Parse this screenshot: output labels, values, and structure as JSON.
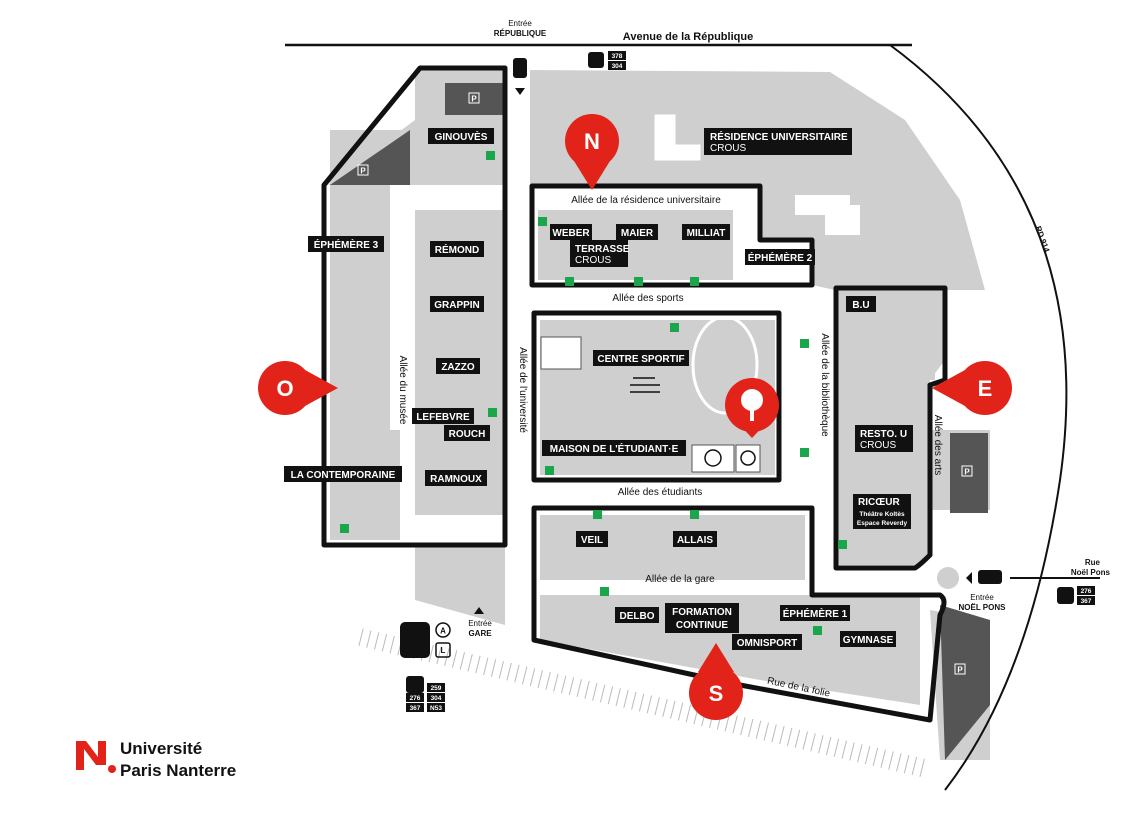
{
  "roads": {
    "avenue_republique": "Avenue de la République",
    "rd914": "RD 914",
    "rue_folie": "Rue de la folie",
    "rue_noel_pons": [
      "Rue",
      "Noël Pons"
    ]
  },
  "alleys": {
    "residence": "Allée de la résidence universitaire",
    "sports": "Allée des sports",
    "etudiants": "Allée des étudiants",
    "gare": "Allée de la gare",
    "musee": "Allée du musée",
    "universite": "Allée de l'université",
    "bibliotheque": "Allée de la bibliothèque",
    "arts": "Allée des arts"
  },
  "entrances": {
    "republique": [
      "Entrée",
      "RÉPUBLIQUE"
    ],
    "gare": [
      "Entrée",
      "GARE"
    ],
    "noel_pons": [
      "Entrée",
      "NOËL PONS"
    ]
  },
  "pins": {
    "north": "N",
    "west": "O",
    "east": "E",
    "south": "S"
  },
  "buildings": {
    "ginouves": "GINOUVÈS",
    "residence": [
      "RÉSIDENCE UNIVERSITAIRE",
      "CROUS"
    ],
    "ephemere3": "ÉPHÉMÈRE 3",
    "remond": "RÉMOND",
    "grappin": "GRAPPIN",
    "zazzo": "ZAZZO",
    "lefebvre": "LEFEBVRE",
    "rouch": "ROUCH",
    "ramnoux": "RAMNOUX",
    "contemporaine": "LA CONTEMPORAINE",
    "weber": "WEBER",
    "maier": "MAIER",
    "milliat": "MILLIAT",
    "terrasse": [
      "TERRASSE",
      "CROUS"
    ],
    "ephemere2": "ÉPHÉMÈRE 2",
    "centre_sportif": "CENTRE SPORTIF",
    "maison_etudiant": "MAISON DE L'ÉTUDIANT·E",
    "bu": "B.U",
    "resto_u": [
      "RESTO. U",
      "CROUS"
    ],
    "ricoeur": "RICŒUR",
    "theatre": [
      "Théâtre Koltès",
      "Espace Reverdy"
    ],
    "veil": "VEIL",
    "allais": "ALLAIS",
    "delbo": "DELBO",
    "formation": [
      "FORMATION",
      "CONTINUE"
    ],
    "omnisport": "OMNISPORT",
    "ephemere1": "ÉPHÉMÈRE 1",
    "gymnase": "GYMNASE"
  },
  "parking_label": "P",
  "transport": {
    "bus_republique": [
      "378",
      "304"
    ],
    "bus_noel_pons": [
      "276",
      "367"
    ],
    "bus_gare": [
      "259",
      "276",
      "304",
      "367",
      "N53"
    ],
    "rer": "A",
    "train": "L"
  },
  "logo": {
    "line1": "Université",
    "line2": "Paris Nanterre"
  },
  "colors": {
    "pin_red": "#e2231a",
    "zone_gray": "#cfcfcf",
    "dark_gray": "#555555",
    "label_bg": "#111111",
    "bike_green": "#1aa64a"
  }
}
